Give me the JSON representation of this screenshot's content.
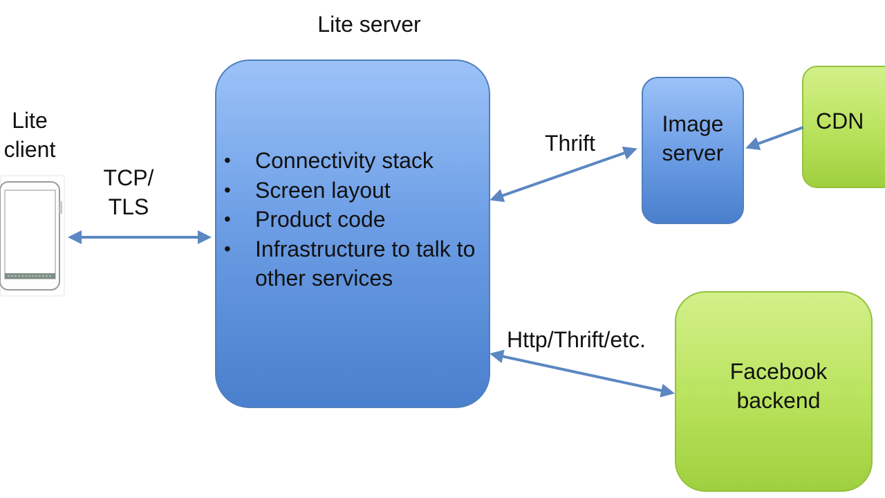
{
  "lite_server": {
    "title": "Lite server",
    "features": [
      "Connectivity stack",
      "Screen layout",
      "Product code",
      "Infrastructure to talk to other services"
    ]
  },
  "lite_client": {
    "label": "Lite\nclient"
  },
  "image_server": {
    "label": "Image\nserver"
  },
  "cdn": {
    "label": "CDN"
  },
  "facebook_backend": {
    "label": "Facebook\nbackend"
  },
  "connections": {
    "client_server": "TCP/\nTLS",
    "server_image": "Thrift",
    "server_backend": "Http/Thrift/etc."
  },
  "colors": {
    "server_blue": "#6e9fe6",
    "backend_green": "#b8e25c",
    "arrow": "#5b87c2"
  }
}
